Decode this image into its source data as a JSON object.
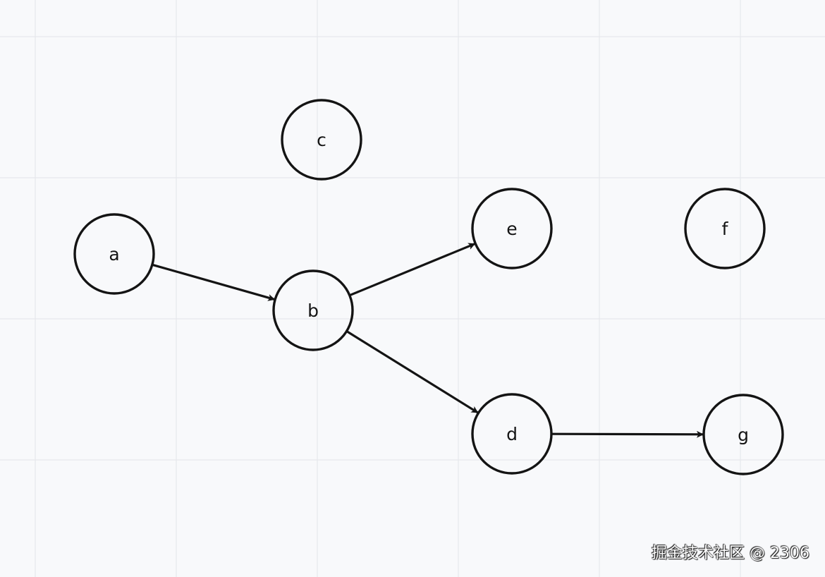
{
  "nodes": [
    {
      "id": "a",
      "label": "a"
    },
    {
      "id": "b",
      "label": "b"
    },
    {
      "id": "c",
      "label": "c"
    },
    {
      "id": "d",
      "label": "d"
    },
    {
      "id": "e",
      "label": "e"
    },
    {
      "id": "f",
      "label": "f"
    },
    {
      "id": "g",
      "label": "g"
    }
  ],
  "edges": [
    {
      "from": "a",
      "to": "b"
    },
    {
      "from": "b",
      "to": "e"
    },
    {
      "from": "b",
      "to": "d"
    },
    {
      "from": "d",
      "to": "g"
    }
  ],
  "watermark": "掘金技术社区 @ 2306",
  "colors": {
    "background": "#f8f9fb",
    "grid": "#e6e8ec",
    "stroke": "#141414"
  }
}
